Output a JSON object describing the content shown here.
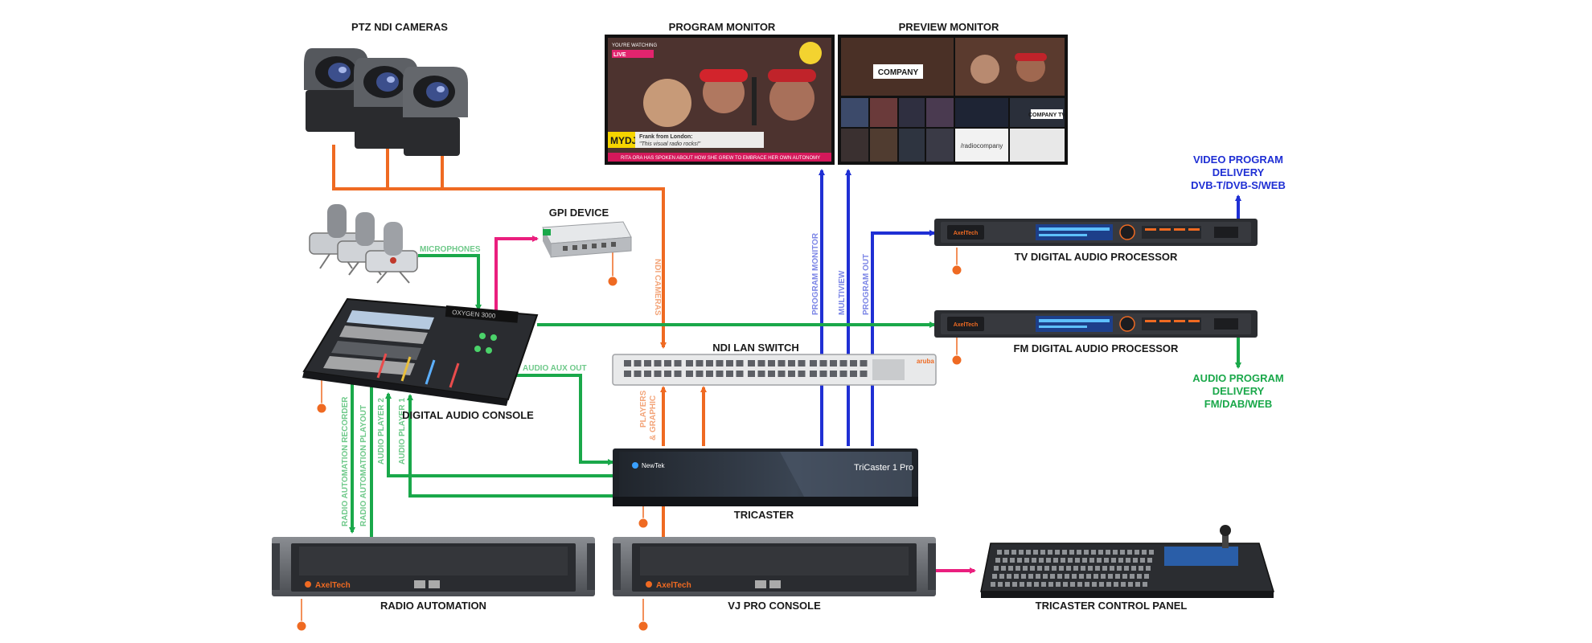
{
  "colors": {
    "orange": "#ef6a22",
    "green": "#1aa84a",
    "blue": "#1f2fd4",
    "pink": "#ea1f7e",
    "device_dark": "#2b2d31",
    "device_gray": "#6b6e73"
  },
  "devices": {
    "ptz_cameras": "PTZ NDI CAMERAS",
    "program_monitor": "PROGRAM MONITOR",
    "preview_monitor": "PREVIEW MONITOR",
    "gpi_device": "GPI DEVICE",
    "tv_processor": "TV DIGITAL AUDIO PROCESSOR",
    "fm_processor": "FM DIGITAL AUDIO PROCESSOR",
    "ndi_switch": "NDI LAN SWITCH",
    "audio_console": "DIGITAL AUDIO CONSOLE",
    "tricaster": "TRICASTER",
    "radio_automation": "RADIO AUTOMATION",
    "vj_console": "VJ PRO CONSOLE",
    "tricaster_panel": "TRICASTER CONTROL PANEL"
  },
  "outputs": {
    "video": [
      "VIDEO PROGRAM",
      "DELIVERY",
      "DVB-T/DVB-S/WEB"
    ],
    "audio": [
      "AUDIO PROGRAM",
      "DELIVERY",
      "FM/DAB/WEB"
    ]
  },
  "wires": {
    "microphones": "MICROPHONES",
    "ndi_cameras": "NDI CAMERAS",
    "program_monitor": "PROGRAM MONITOR",
    "multiview": "MULTIVIEW",
    "program_out": "PROGRAM OUT",
    "audio_aux_out": "AUDIO AUX OUT",
    "players_graphic": [
      "PLAYERS",
      "& GRAPHIC"
    ],
    "radio_automation_recorder": "RADIO AUTOMATION RECORDER",
    "radio_automation_playout": "RADIO AUTOMATION PLAYOUT",
    "audio_player_2": "AUDIO PLAYER 2",
    "audio_player_1": "AUDIO PLAYER 1"
  },
  "screen": {
    "program": {
      "watching": "YOU'RE WATCHING",
      "live": "LIVE",
      "mydj": "MYDJ",
      "caller": "Frank from London:",
      "quote": "\"This visual radio rocks!\"",
      "ticker": "RITA ORA HAS SPOKEN ABOUT HOW SHE GREW TO EMBRACE HER OWN AUTONOMY"
    },
    "preview": {
      "company": "COMPANY",
      "company_tv": "COMPANY TV",
      "handle": "/radiocompany"
    }
  },
  "brand": {
    "axeltech": "AxelTech",
    "newtek": "NewTek",
    "tricaster_model": "TriCaster 1 Pro",
    "oxygen": "OXYGEN 3000",
    "aruba": "aruba"
  }
}
